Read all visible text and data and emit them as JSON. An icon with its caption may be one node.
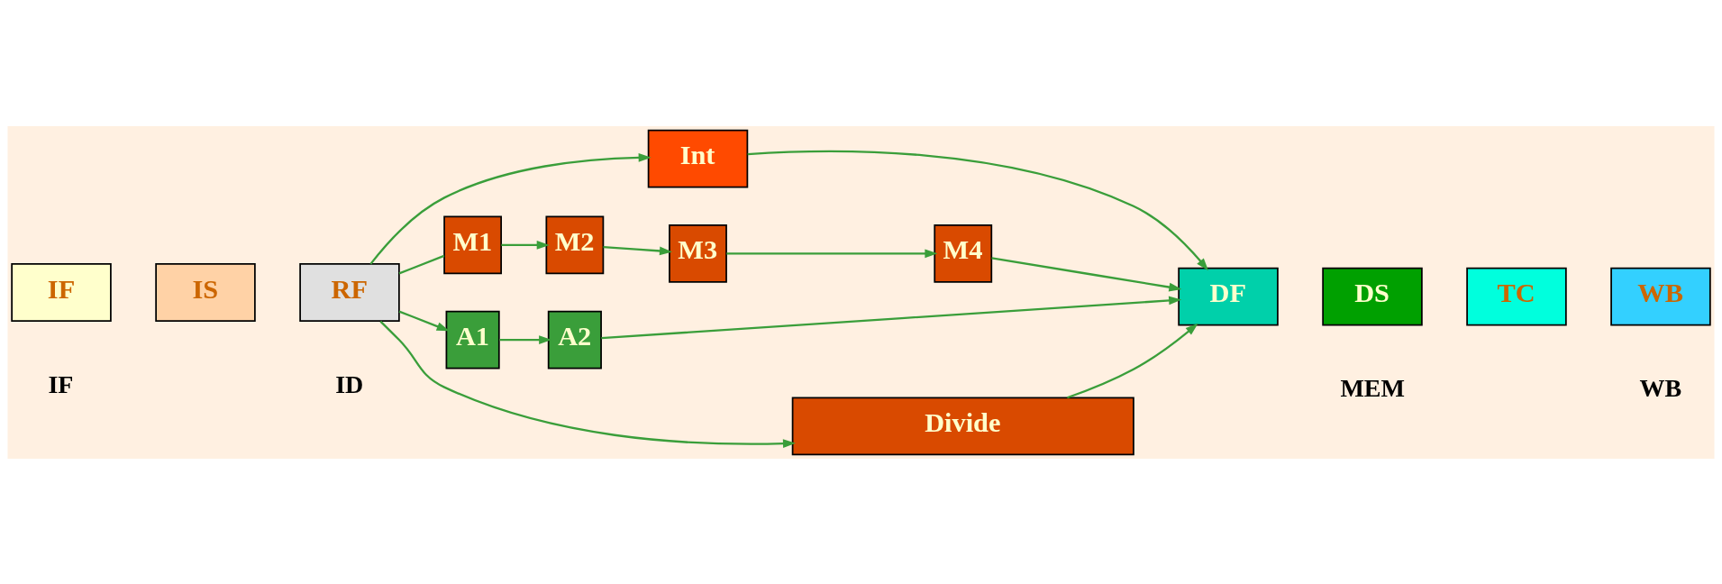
{
  "diagram": {
    "nodes": [
      {
        "text": [
          "IF"
        ]
      },
      {
        "text": [
          "IS"
        ]
      },
      {
        "text": [
          "RF"
        ]
      },
      {
        "text": [
          "Int"
        ]
      },
      {
        "text": [
          "M1"
        ]
      },
      {
        "text": [
          "M2"
        ]
      },
      {
        "text": [
          "M3"
        ]
      },
      {
        "text": [
          "M4"
        ]
      },
      {
        "text": [
          "A1"
        ]
      },
      {
        "text": [
          "A2"
        ]
      },
      {
        "text": [
          "Divide"
        ]
      },
      {
        "text": [
          "DF"
        ]
      },
      {
        "text": [
          "DS"
        ]
      },
      {
        "text": [
          "TC"
        ]
      },
      {
        "text": [
          "WB"
        ]
      }
    ],
    "edges": [
      {
        "from": 2,
        "to": 3,
        "arrow": "to"
      },
      {
        "from": 2,
        "to": 4,
        "arrow": "none"
      },
      {
        "from": 2,
        "to": 8,
        "arrow": "to"
      },
      {
        "from": 2,
        "to": 10,
        "arrow": "to"
      },
      {
        "from": 4,
        "to": 5,
        "arrow": "to"
      },
      {
        "from": 5,
        "to": 6,
        "arrow": "to"
      },
      {
        "from": 6,
        "to": 7,
        "arrow": "to"
      },
      {
        "from": 8,
        "to": 9,
        "arrow": "to"
      },
      {
        "from": 3,
        "to": 11,
        "arrow": "to"
      },
      {
        "from": 7,
        "to": 11,
        "arrow": "to"
      },
      {
        "from": 9,
        "to": 11,
        "arrow": "to"
      },
      {
        "from": 10,
        "to": 11,
        "arrow": "to"
      }
    ],
    "labels": [
      "IF",
      "ID",
      "MEM",
      "WB"
    ]
  }
}
